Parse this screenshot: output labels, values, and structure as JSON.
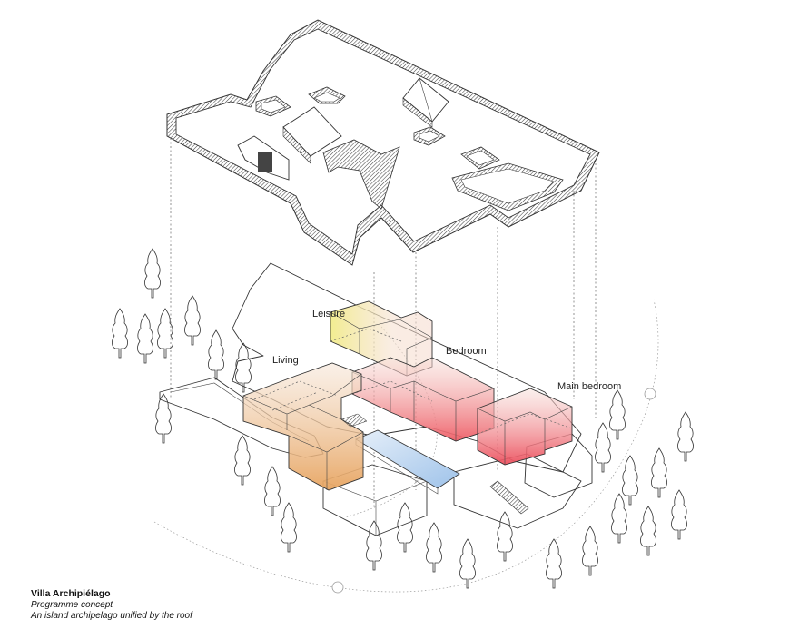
{
  "labels": {
    "leisure": "Leisure",
    "living": "Living",
    "bedroom": "Bedroom",
    "main_bedroom": "Main bedroom"
  },
  "caption": {
    "title": "Villa Archipiélago",
    "subtitle": "Programme concept",
    "description": "An island archipelago unified by the roof"
  },
  "colors": {
    "living": "#e7a460",
    "leisure": "#f2ec8a",
    "bedroom": "#ee5d66",
    "main_bedroom": "#ec4f5d",
    "pool": "#9fc3ea",
    "hatch": "#555555",
    "line": "#333333"
  }
}
